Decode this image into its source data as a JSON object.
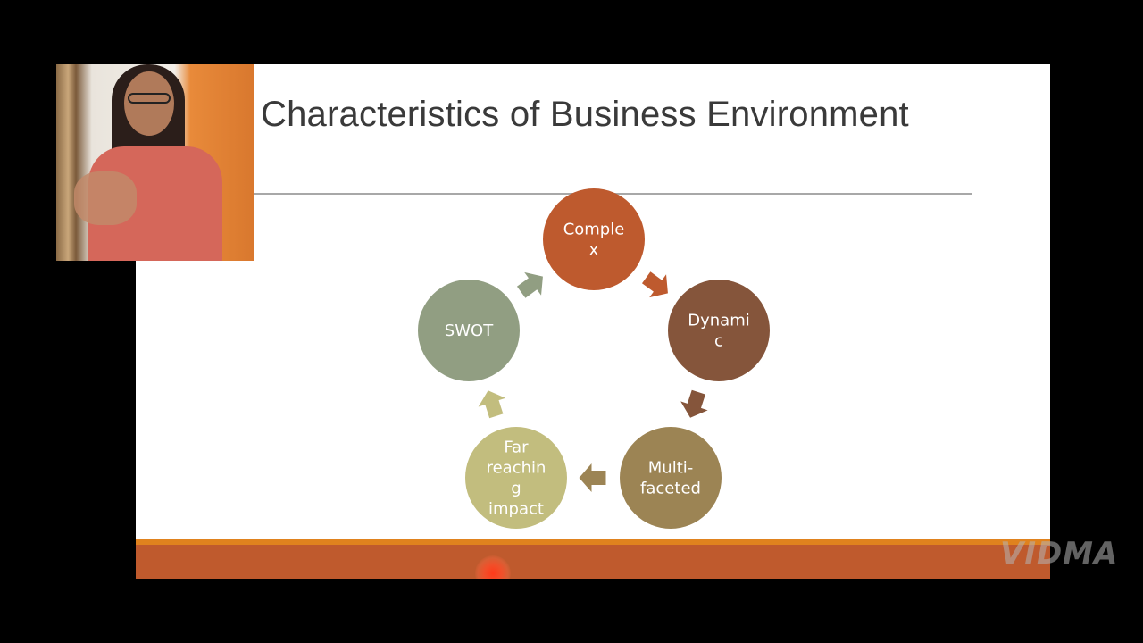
{
  "slide": {
    "title": "Characteristics of Business Environment",
    "cycle": [
      {
        "label_lines": [
          "Comple",
          "x"
        ],
        "color": "#BE5A2E"
      },
      {
        "label_lines": [
          "Dynami",
          "c"
        ],
        "color": "#85553B"
      },
      {
        "label_lines": [
          "Multi-",
          "faceted"
        ],
        "color": "#9C8454"
      },
      {
        "label_lines": [
          "Far",
          "reachin",
          "g",
          "impact"
        ],
        "color": "#C2BD7E"
      },
      {
        "label_lines": [
          "SWOT"
        ],
        "color": "#919E82"
      }
    ],
    "accent_line_color": "#E0821E",
    "footer_color": "#BF5A2D"
  },
  "webcam": {
    "icon": "presenter-video"
  },
  "watermark": {
    "text": "VIDMA"
  }
}
